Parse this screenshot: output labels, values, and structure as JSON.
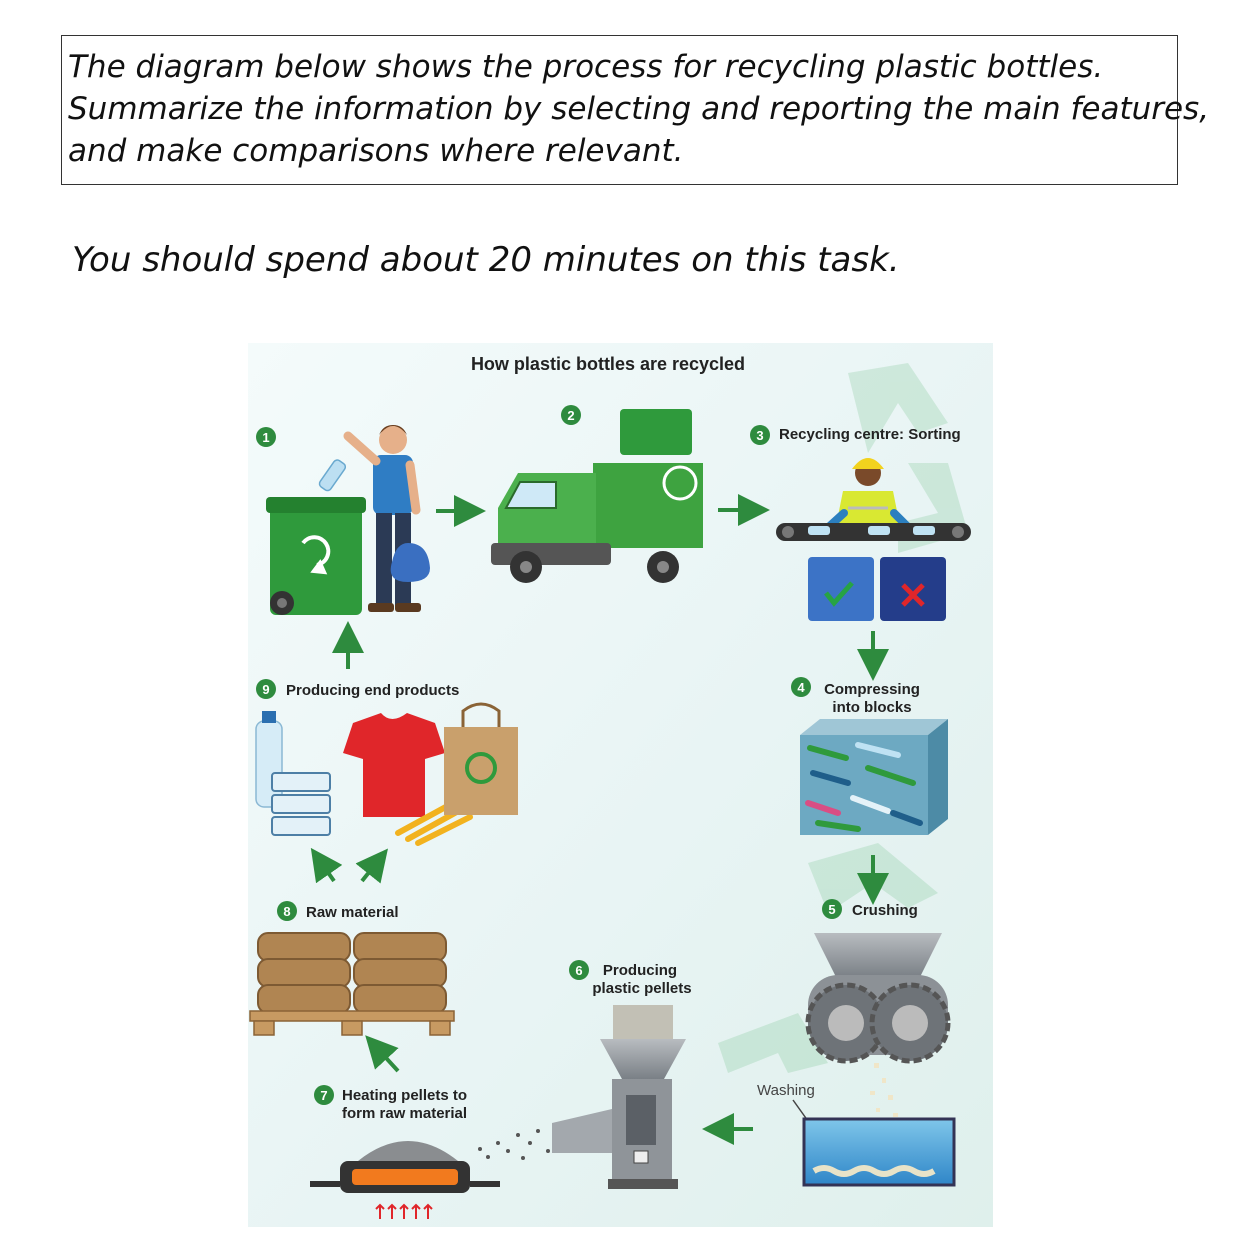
{
  "task": {
    "line1": "The diagram below shows the process for recycling plastic bottles.",
    "line2": "Summarize the information by selecting and reporting the main features,",
    "line3": "and make comparisons where relevant.",
    "time_note": "You should spend about 20 minutes on this task."
  },
  "diagram": {
    "title": "How plastic bottles are recycled",
    "stages": [
      {
        "num": "1",
        "label": ""
      },
      {
        "num": "2",
        "label": ""
      },
      {
        "num": "3",
        "label": "Recycling centre: Sorting"
      },
      {
        "num": "4",
        "label_line1": "Compressing",
        "label_line2": "into blocks"
      },
      {
        "num": "5",
        "label": "Crushing"
      },
      {
        "num": "6",
        "label_line1": "Producing",
        "label_line2": "plastic pellets"
      },
      {
        "num": "7",
        "label_line1": "Heating pellets to",
        "label_line2": "form raw material"
      },
      {
        "num": "8",
        "label": "Raw material"
      },
      {
        "num": "9",
        "label": "Producing end products"
      }
    ],
    "washing_label": "Washing",
    "colors": {
      "accent_green": "#2e8b3e",
      "truck_green": "#3ea340",
      "bin_green": "#2f9a3c",
      "shirt_red": "#e0262a",
      "sack_brown": "#b08552"
    },
    "icons": [
      "recycle-icon",
      "check-icon",
      "cross-icon",
      "heat-arrows-icon"
    ]
  }
}
